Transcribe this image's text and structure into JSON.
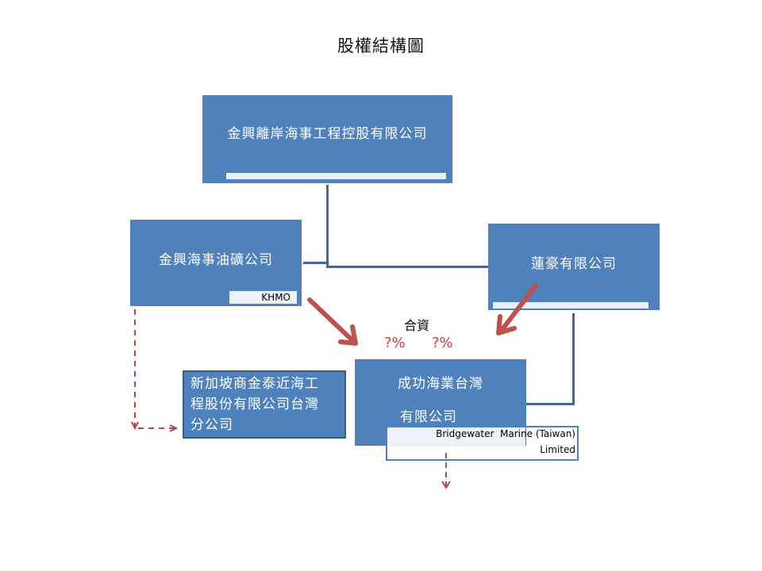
{
  "title": "股權結構圖",
  "colors": {
    "box_fill": "#4f81bd",
    "connector": "#41679b",
    "arrow": "#c0504d",
    "percent_text": "#d33a3a",
    "dashed": "#b04a4a"
  },
  "nodes": {
    "holding": {
      "name": "金興離岸海事工程控股有限公司"
    },
    "khmo": {
      "name": "金興海事油礦公司",
      "tag": "KHMO"
    },
    "lianhao": {
      "name": "蓮豪有限公司"
    },
    "bridgewater": {
      "name_line1": "成功海業台灣",
      "name_line2": "有限公司",
      "tag_line1": "Bridgewater  Marine (Taiwan)",
      "tag_line2": "Limited"
    },
    "singapore_branch": {
      "name_line1": "新加坡商金泰近海工",
      "name_line2": "程股份有限公司台灣",
      "name_line3": "分公司"
    }
  },
  "joint_venture": {
    "label": "合資",
    "share_left": "?%",
    "share_right": "?%"
  }
}
